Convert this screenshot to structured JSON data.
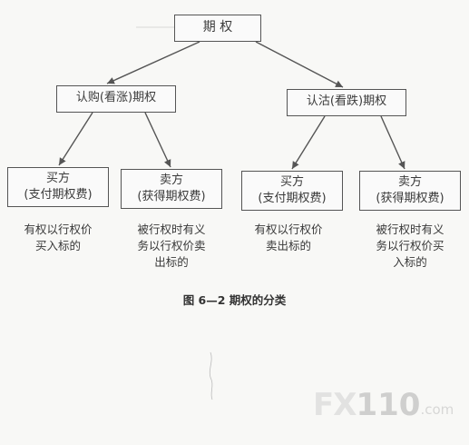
{
  "root": {
    "label": "期 权"
  },
  "categories": [
    {
      "label": "认购(看涨)期权"
    },
    {
      "label": "认沽(看跌)期权"
    }
  ],
  "roles": [
    {
      "title": "买方",
      "sub": "(支付期权费)",
      "desc": [
        "有权以行权价",
        "买入标的"
      ]
    },
    {
      "title": "卖方",
      "sub": "(获得期权费)",
      "desc": [
        "被行权时有义",
        "务以行权价卖",
        "出标的"
      ]
    },
    {
      "title": "买方",
      "sub": "(支付期权费)",
      "desc": [
        "有权以行权价",
        "卖出标的"
      ]
    },
    {
      "title": "卖方",
      "sub": "(获得期权费)",
      "desc": [
        "被行权时有义",
        "务以行权价买",
        "入标的"
      ]
    }
  ],
  "caption": "图 6—2   期权的分类",
  "watermark": {
    "fx": "FX",
    "num": "110",
    "domain": ".com"
  }
}
